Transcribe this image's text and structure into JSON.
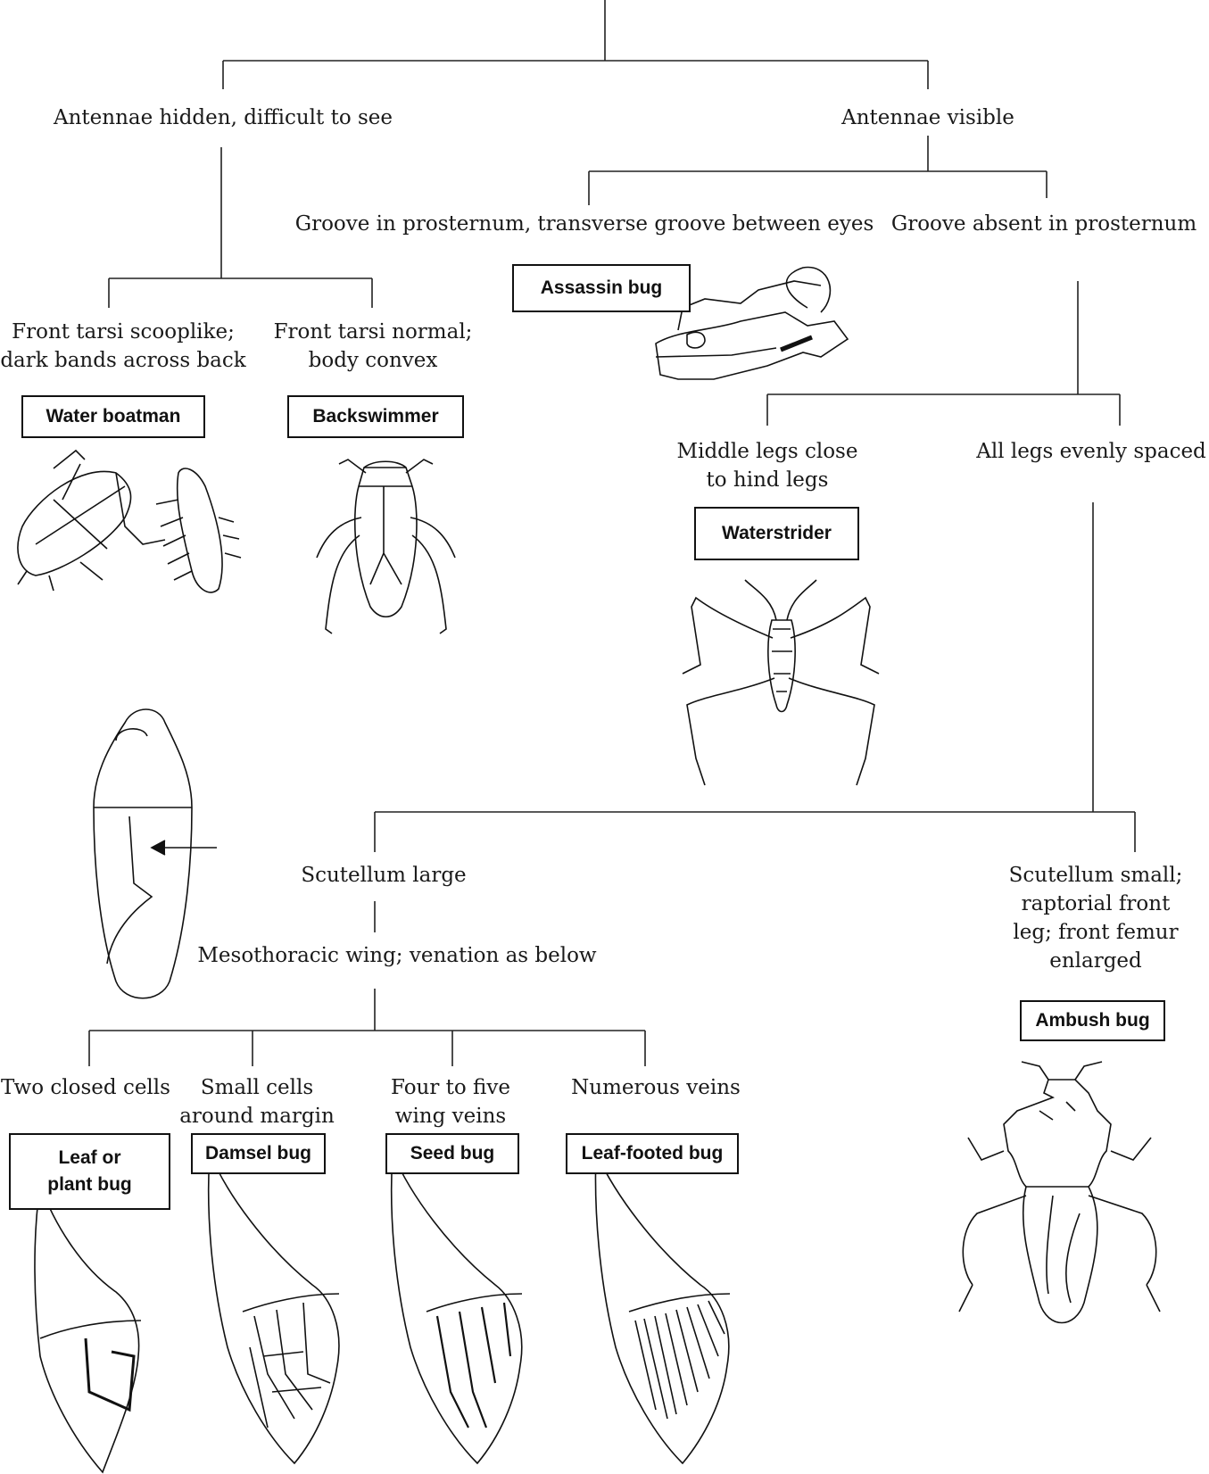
{
  "key": {
    "antennae_hidden": "Antennae hidden, difficult to see",
    "antennae_visible": "Antennae visible",
    "groove_present": "Groove in prosternum, transverse groove between eyes",
    "groove_absent": "Groove absent in prosternum",
    "front_tarsi_scooplike": [
      "Front tarsi scooplike;",
      "dark bands across back"
    ],
    "front_tarsi_normal": [
      "Front tarsi normal;",
      "body convex"
    ],
    "middle_legs_close": [
      "Middle legs close",
      "to hind legs"
    ],
    "legs_evenly_spaced": "All legs evenly spaced",
    "scutellum_large": "Scutellum large",
    "mesothoracic_wing": "Mesothoracic wing; venation as below",
    "scutellum_small": [
      "Scutellum small;",
      "raptorial front",
      "leg; front femur",
      "enlarged"
    ],
    "two_closed_cells": "Two closed cells",
    "small_cells": [
      "Small cells",
      "around margin"
    ],
    "four_to_five_veins": [
      "Four to five",
      "wing veins"
    ],
    "numerous_veins": "Numerous veins"
  },
  "taxa": {
    "water_boatman": "Water boatman",
    "backswimmer": "Backswimmer",
    "assassin_bug": "Assassin bug",
    "waterstrider": "Waterstrider",
    "ambush_bug": "Ambush bug",
    "leaf_or_plant_bug": [
      "Leaf or",
      "plant bug"
    ],
    "damsel_bug": "Damsel bug",
    "seed_bug": "Seed bug",
    "leaf_footed_bug": "Leaf-footed bug"
  }
}
